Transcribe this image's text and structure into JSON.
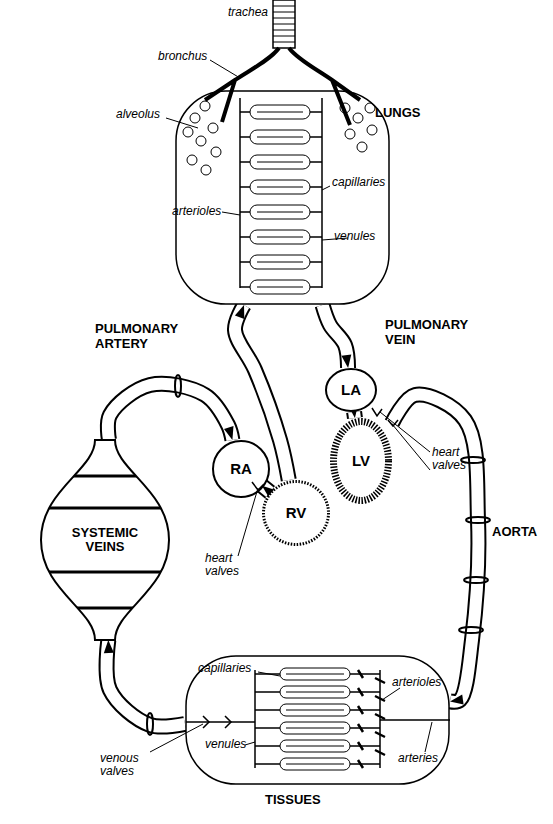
{
  "diagram": {
    "nodes": [
      {
        "text": [
          "LUNGS"
        ]
      },
      {
        "text": [
          "LA"
        ]
      },
      {
        "text": [
          "RA"
        ]
      },
      {
        "text": [
          "LV"
        ]
      },
      {
        "text": [
          "RV"
        ]
      },
      {
        "text": [
          "SYSTEMIC VEINS"
        ]
      },
      {
        "text": [
          "TISSUES"
        ]
      }
    ],
    "edges": [
      {
        "from": 2,
        "to": 4,
        "arrow": "to"
      },
      {
        "from": 4,
        "to": 0,
        "label": "PULMONARY ARTERY",
        "arrow": "to"
      },
      {
        "from": 0,
        "to": 1,
        "label": "PULMONARY VEIN",
        "arrow": "to"
      },
      {
        "from": 1,
        "to": 3,
        "arrow": "to"
      },
      {
        "from": 3,
        "to": 6,
        "label": "AORTA",
        "arrow": "to"
      },
      {
        "from": 6,
        "to": 5,
        "arrow": "to"
      },
      {
        "from": 5,
        "to": 2,
        "arrow": "to"
      }
    ],
    "labels": [
      "trachea",
      "bronchus",
      "alveolus",
      "arterioles",
      "capillaries",
      "venules",
      "heart valves",
      "heart valves",
      "capillaries",
      "arterioles",
      "venules",
      "venous valves",
      "arteries"
    ]
  }
}
